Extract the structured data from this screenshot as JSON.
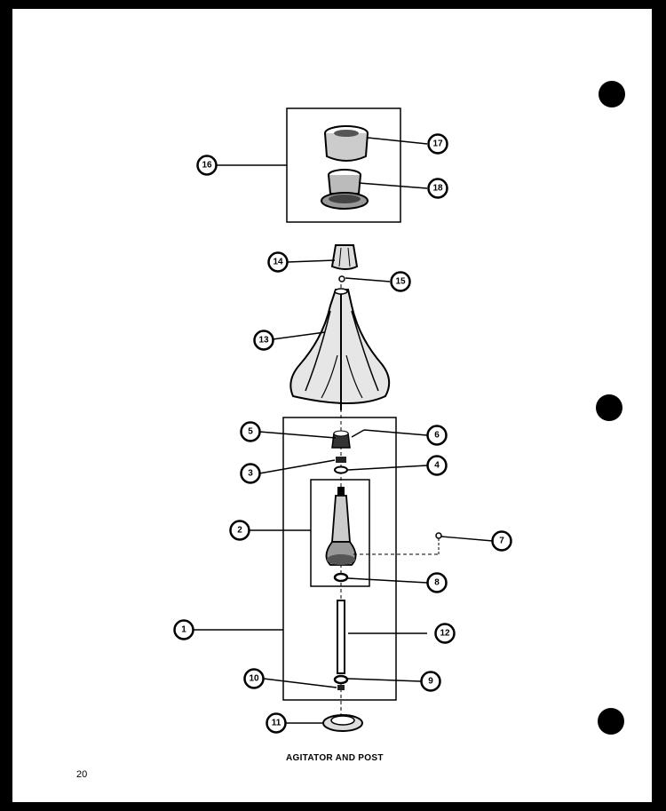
{
  "caption": "AGITATOR AND POST",
  "page_number": "20",
  "callouts": {
    "c1": "1",
    "c2": "2",
    "c3": "3",
    "c4": "4",
    "c5": "5",
    "c6": "6",
    "c7": "7",
    "c8": "8",
    "c9": "9",
    "c10": "10",
    "c11": "11",
    "c12": "12",
    "c13": "13",
    "c14": "14",
    "c15": "15",
    "c16": "16",
    "c17": "17",
    "c18": "18"
  }
}
